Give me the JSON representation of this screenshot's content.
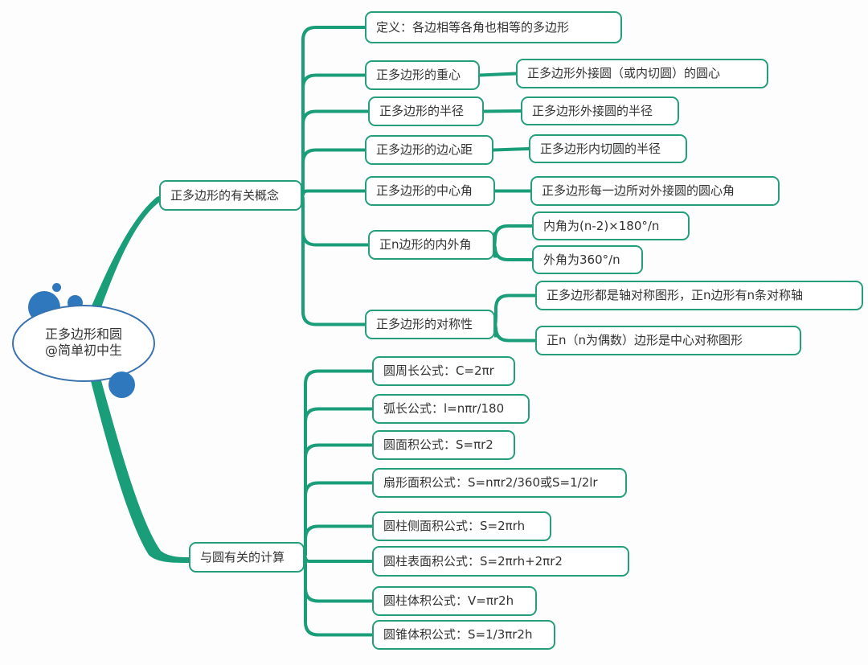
{
  "root": {
    "title": "正多边形和圆",
    "author": "@简单初中生"
  },
  "branches": [
    {
      "label": "正多边形的有关概念",
      "children": [
        {
          "label": "定义：各边相等各角也相等的多边形",
          "children": []
        },
        {
          "label": "正多边形的重心",
          "children": [
            "正多边形外接圆（或内切圆）的圆心"
          ]
        },
        {
          "label": "正多边形的半径",
          "children": [
            "正多边形外接圆的半径"
          ]
        },
        {
          "label": "正多边形的边心距",
          "children": [
            "正多边形内切圆的半径"
          ]
        },
        {
          "label": "正多边形的中心角",
          "children": [
            "正多边形每一边所对外接圆的圆心角"
          ]
        },
        {
          "label": "正n边形的内外角",
          "children": [
            "内角为(n-2)×180°/n",
            "外角为360°/n"
          ]
        },
        {
          "label": "正多边形的对称性",
          "children": [
            "正多边形都是轴对称图形，正n边形有n条对称轴",
            "正n（n为偶数）边形是中心对称图形"
          ]
        }
      ]
    },
    {
      "label": "与圆有关的计算",
      "children": [
        {
          "label": "圆周长公式：C=2πr"
        },
        {
          "label": "弧长公式：l=nπr/180"
        },
        {
          "label": "圆面积公式：S=πr2"
        },
        {
          "label": "扇形面积公式：S=nπr2/360或S=1/2lr"
        },
        {
          "label": "圆柱侧面积公式：S=2πrh"
        },
        {
          "label": "圆柱表面积公式：S=2πrh+2πr2"
        },
        {
          "label": "圆柱体积公式：V=πr2h"
        },
        {
          "label": "圆锥体积公式：S=1/3πr2h"
        }
      ]
    }
  ],
  "colors": {
    "branch": "#1a9e7a",
    "border": "#259e7c",
    "bubble": "#3078be",
    "root_border": "#3a72b0"
  }
}
